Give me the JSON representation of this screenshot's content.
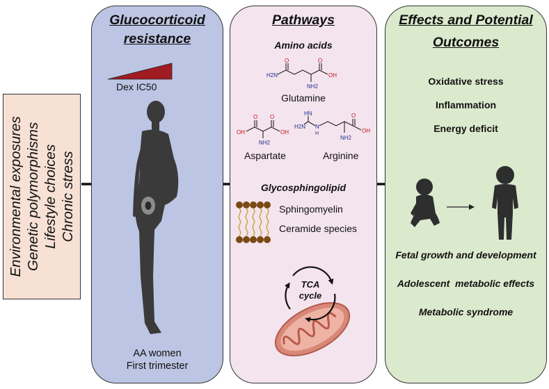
{
  "factors": {
    "lines": [
      "Environmental exposures",
      "Genetic polymorphisms",
      "Lifestyle choices",
      "Chronic stress"
    ]
  },
  "glucocorticoid": {
    "title_line1": "Glucocorticoid",
    "title_line2": "resistance",
    "dex_label": "Dex IC50",
    "subject_line1": "AA women",
    "subject_line2": "First trimester"
  },
  "pathways": {
    "title": "Pathways",
    "amino_heading": "Amino acids",
    "glutamine": "Glutamine",
    "aspartate": "Aspartate",
    "arginine": "Arginine",
    "gsl_heading": "Glycosphingolipid",
    "sphingomyelin": "Sphingomyelin",
    "ceramide": "Ceramide species",
    "tca_line1": "TCA",
    "tca_line2": "cycle",
    "chem": {
      "h2n": "H2N",
      "nh2": "NH2",
      "oh": "OH",
      "o": "O",
      "hn": "HN",
      "h": "H",
      "n": "N"
    }
  },
  "effects": {
    "title_line1": "Effects and Potential",
    "title_line2": "Outcomes",
    "outcomes": [
      "Oxidative stress",
      "Inflammation",
      "Energy deficit"
    ],
    "long_term": [
      "Fetal growth and development",
      "Adolescent  metabolic effects",
      "Metabolic syndrome"
    ]
  },
  "colors": {
    "gc_panel": "#bcc5e3",
    "pathway_panel": "#f4e4ee",
    "effects_panel": "#dbe9cd",
    "factors_box": "#f7e0d4",
    "dex_wedge": "#a01c22",
    "oxygen": "#c0131a",
    "nitrogen": "#1d2f8c",
    "lipid_head": "#7a4a14",
    "lipid_tail": "#c9a23a",
    "mito": "#d98878",
    "silhouette": "#3a3a3a"
  }
}
